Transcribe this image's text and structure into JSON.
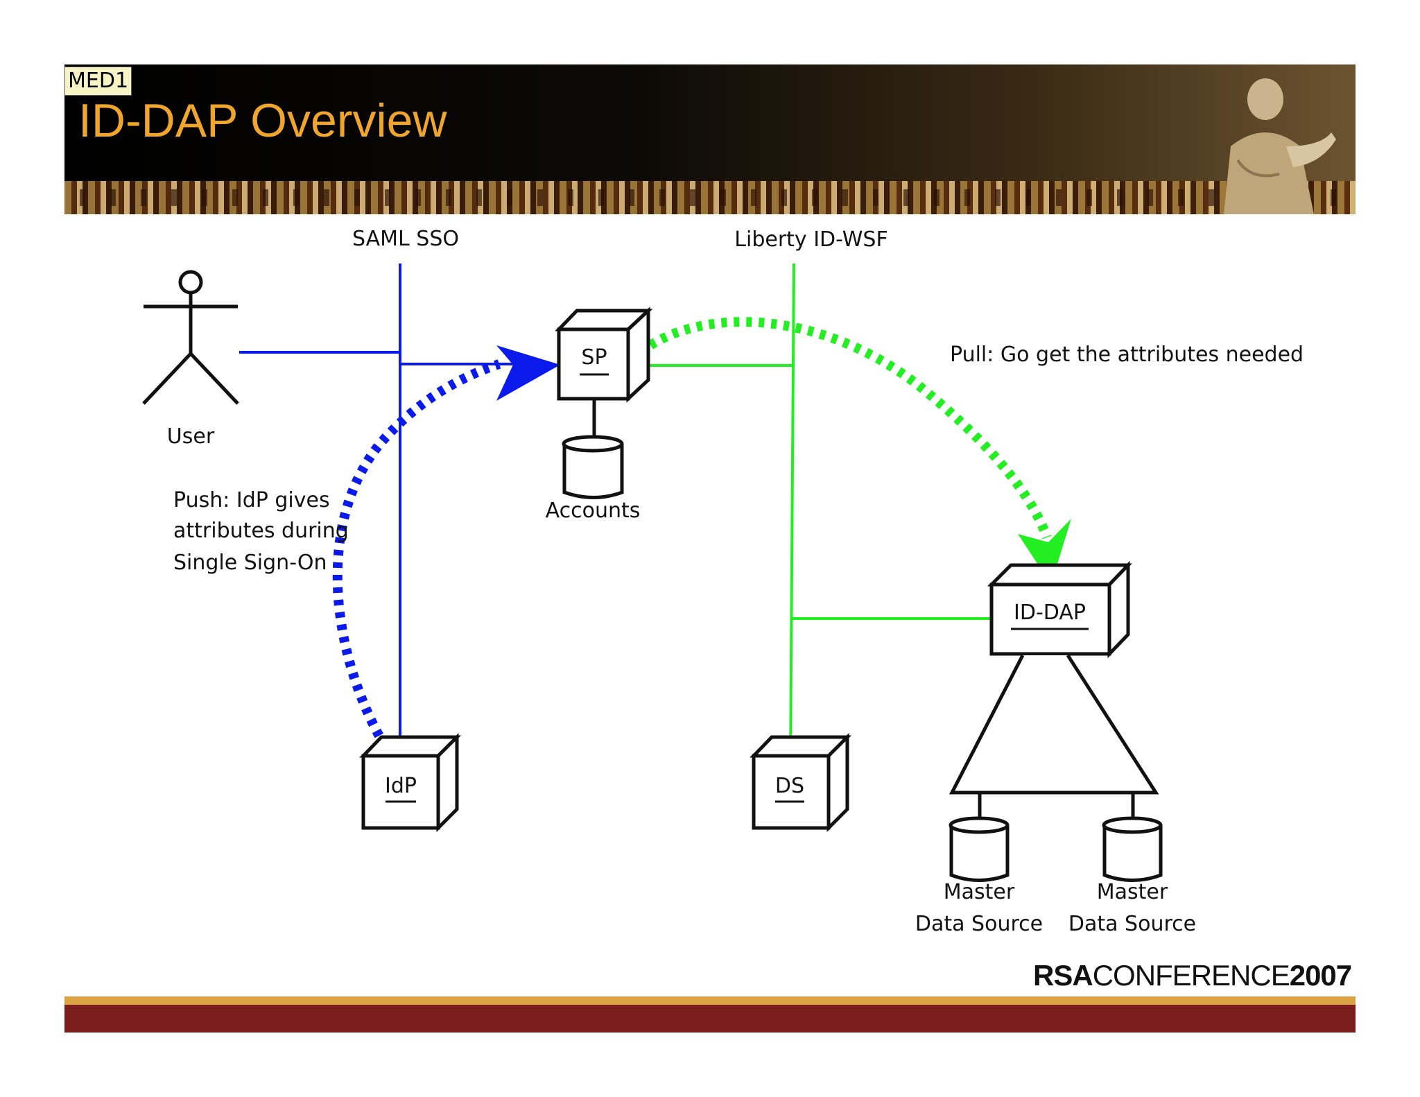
{
  "header": {
    "badge": "MED1",
    "title": "ID-DAP Overview"
  },
  "diagram": {
    "protocols": {
      "saml": "SAML SSO",
      "liberty": "Liberty ID-WSF"
    },
    "nodes": {
      "user": "User",
      "sp": "SP",
      "accounts": "Accounts",
      "idp": "IdP",
      "ds": "DS",
      "iddap": "ID-DAP",
      "master1_line1": "Master",
      "master1_line2": "Data Source",
      "master2_line1": "Master",
      "master2_line2": "Data Source"
    },
    "annotations": {
      "push_line1": "Push: IdP gives",
      "push_line2": "attributes during",
      "push_line3": "Single Sign-On",
      "pull": "Pull: Go get the attributes needed"
    },
    "colors": {
      "saml": "#0a1aeb",
      "liberty": "#22ee22"
    }
  },
  "footer": {
    "logo_rsa": "RSA",
    "logo_conf": "CONFERENCE",
    "logo_year": "2007"
  }
}
